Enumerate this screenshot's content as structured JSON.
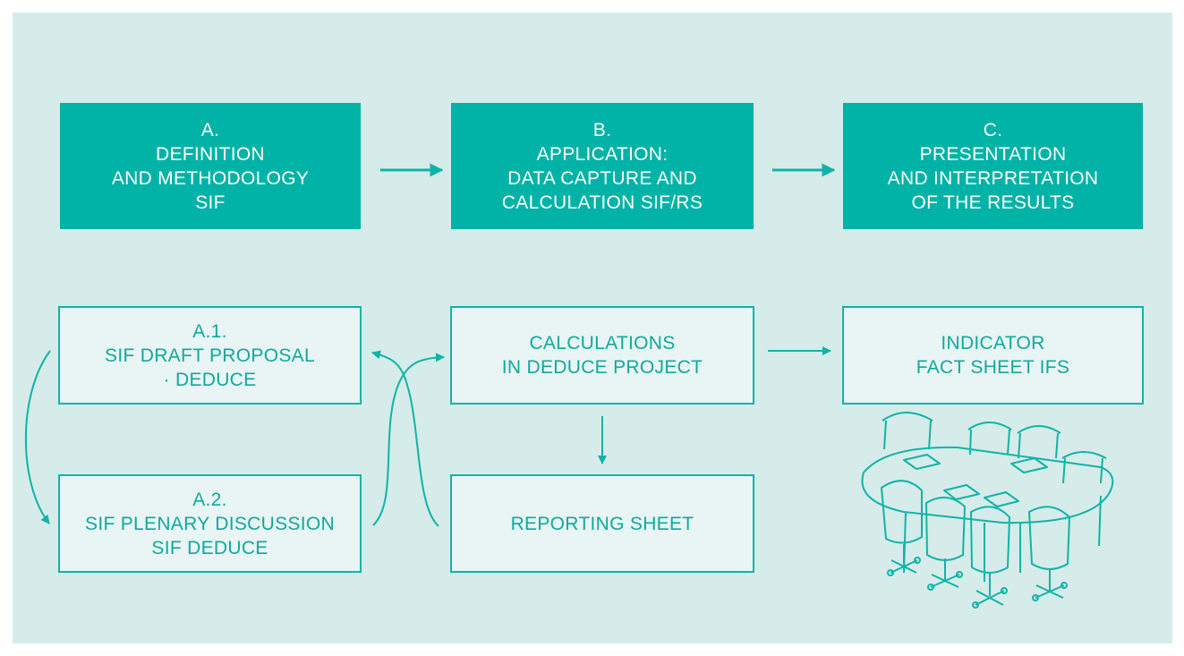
{
  "colors": {
    "panel_background": "#d6ecea",
    "accent": "#00b3a6",
    "outline_box_fill": "#e8f5f4",
    "text_on_accent": "#ffffff",
    "outline_text": "#10a99c"
  },
  "stages": [
    {
      "id": "A",
      "lines": [
        "A.",
        "DEFINITION",
        "AND METHODOLOGY",
        "SIF"
      ]
    },
    {
      "id": "B",
      "lines": [
        "B.",
        "APPLICATION:",
        "DATA CAPTURE AND",
        "CALCULATION SIF/RS"
      ]
    },
    {
      "id": "C",
      "lines": [
        "C.",
        "PRESENTATION",
        "AND INTERPRETATION",
        "OF THE RESULTS"
      ]
    }
  ],
  "steps": {
    "a1": {
      "lines": [
        "A.1.",
        "SIF DRAFT PROPOSAL",
        "· DEDUCE"
      ]
    },
    "a2": {
      "lines": [
        "A.2.",
        "SIF PLENARY DISCUSSION",
        "SIF DEDUCE"
      ]
    },
    "calc": {
      "lines": [
        "CALCULATIONS",
        "IN DEDUCE PROJECT"
      ]
    },
    "report": {
      "lines": [
        "REPORTING SHEET"
      ]
    },
    "indicator": {
      "lines": [
        "INDICATOR",
        "FACT SHEET IFS"
      ]
    }
  },
  "illustration": "meeting-table-icon"
}
